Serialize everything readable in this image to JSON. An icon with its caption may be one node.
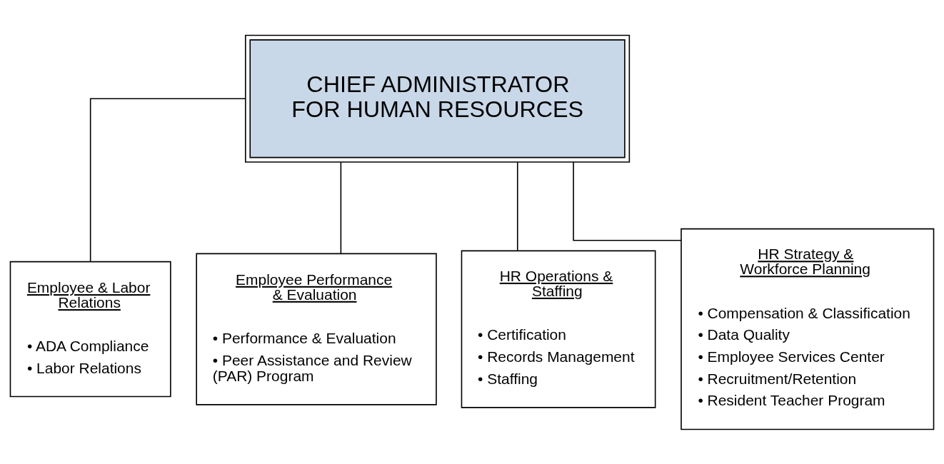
{
  "diagram": {
    "nodes": [
      {
        "text": [
          "CHIEF ADMINISTRATOR FOR HUMAN RESOURCES"
        ]
      },
      {
        "text": [
          "Employee & Labor Relations",
          "• ADA Compliance",
          "• Labor Relations"
        ]
      },
      {
        "text": [
          "Employee Performance & Evaluation",
          "• Performance & Evaluation",
          "• Peer Assistance and Review (PAR) Program"
        ]
      },
      {
        "text": [
          "HR Operations & Staffing",
          "• Certification",
          "• Records Management",
          "• Staffing"
        ]
      },
      {
        "text": [
          "HR Strategy & Workforce Planning",
          "• Compensation & Classification",
          "• Data Quality",
          "• Employee Services Center",
          "• Recruitment/Retention",
          "• Resident Teacher Program"
        ]
      }
    ],
    "edges": [
      {
        "from": 0,
        "to": 1,
        "arrow": "none"
      },
      {
        "from": 0,
        "to": 2,
        "arrow": "none"
      },
      {
        "from": 0,
        "to": 3,
        "arrow": "none"
      },
      {
        "from": 0,
        "to": 4,
        "arrow": "none"
      }
    ]
  }
}
